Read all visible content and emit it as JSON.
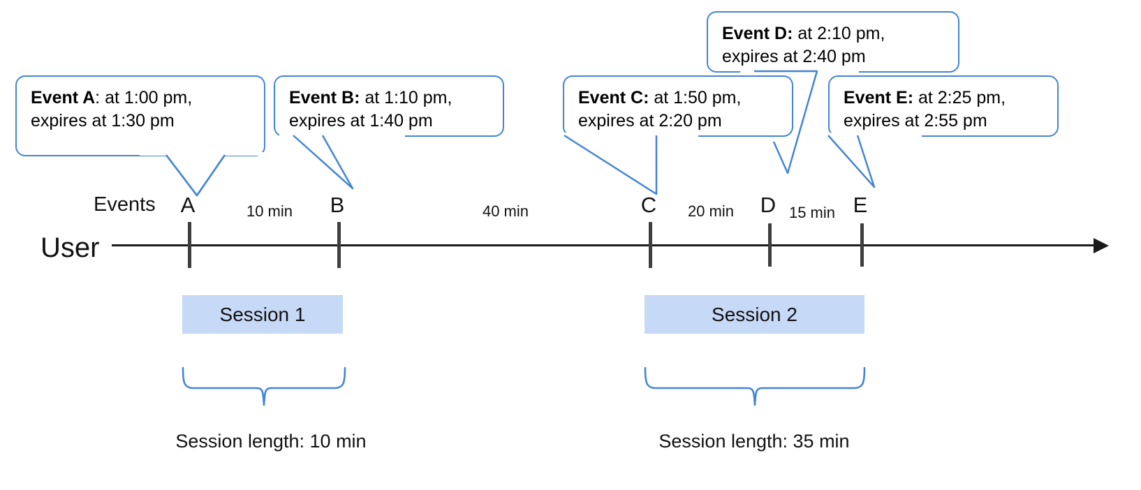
{
  "diagram": {
    "title_row_labels": {
      "user": "User",
      "events": "Events"
    },
    "callouts": [
      {
        "id": "A",
        "name": "Event A",
        "separator": ": ",
        "bold_includes_colon": false,
        "line1": "at 1:00 pm,",
        "line2": "expires at 1:30 pm",
        "event_time": "1:00 pm",
        "expires_time": "1:30 pm"
      },
      {
        "id": "B",
        "name": "Event B:",
        "separator": " ",
        "bold_includes_colon": true,
        "line1": "at 1:10 pm,",
        "line2": "expires at 1:40 pm",
        "event_time": "1:10 pm",
        "expires_time": "1:40 pm"
      },
      {
        "id": "C",
        "name": "Event C:",
        "separator": " ",
        "bold_includes_colon": true,
        "line1": "at 1:50 pm,",
        "line2": "expires at 2:20 pm",
        "event_time": "1:50 pm",
        "expires_time": "2:20 pm"
      },
      {
        "id": "D",
        "name": "Event D:",
        "separator": " ",
        "bold_includes_colon": true,
        "line1": "at 2:10 pm,",
        "line2": "expires at 2:40 pm",
        "event_time": "2:10 pm",
        "expires_time": "2:40 pm"
      },
      {
        "id": "E",
        "name": "Event E:",
        "separator": " ",
        "bold_includes_colon": true,
        "line1": "at 2:25 pm,",
        "line2": "expires at 2:55 pm",
        "event_time": "2:25 pm",
        "expires_time": "2:55 pm"
      }
    ],
    "ticks": [
      {
        "label": "A"
      },
      {
        "label": "B"
      },
      {
        "label": "C"
      },
      {
        "label": "D"
      },
      {
        "label": "E"
      }
    ],
    "gaps": [
      {
        "label": "10 min",
        "from": "A",
        "to": "B"
      },
      {
        "label": "40 min",
        "from": "B",
        "to": "C"
      },
      {
        "label": "20 min",
        "from": "C",
        "to": "D"
      },
      {
        "label": "15 min",
        "from": "D",
        "to": "E"
      }
    ],
    "sessions": [
      {
        "label": "Session 1",
        "caption": "Session length: 10 min",
        "length_min": 10
      },
      {
        "label": "Session 2",
        "caption": "Session length: 35 min",
        "length_min": 35
      }
    ],
    "colors": {
      "callout_border": "#4285d4",
      "session_fill": "#c6d9f6",
      "brace": "#4285d4",
      "axis": "#1a1a1a",
      "tick": "#3f3f3f",
      "text": "#111111"
    }
  }
}
